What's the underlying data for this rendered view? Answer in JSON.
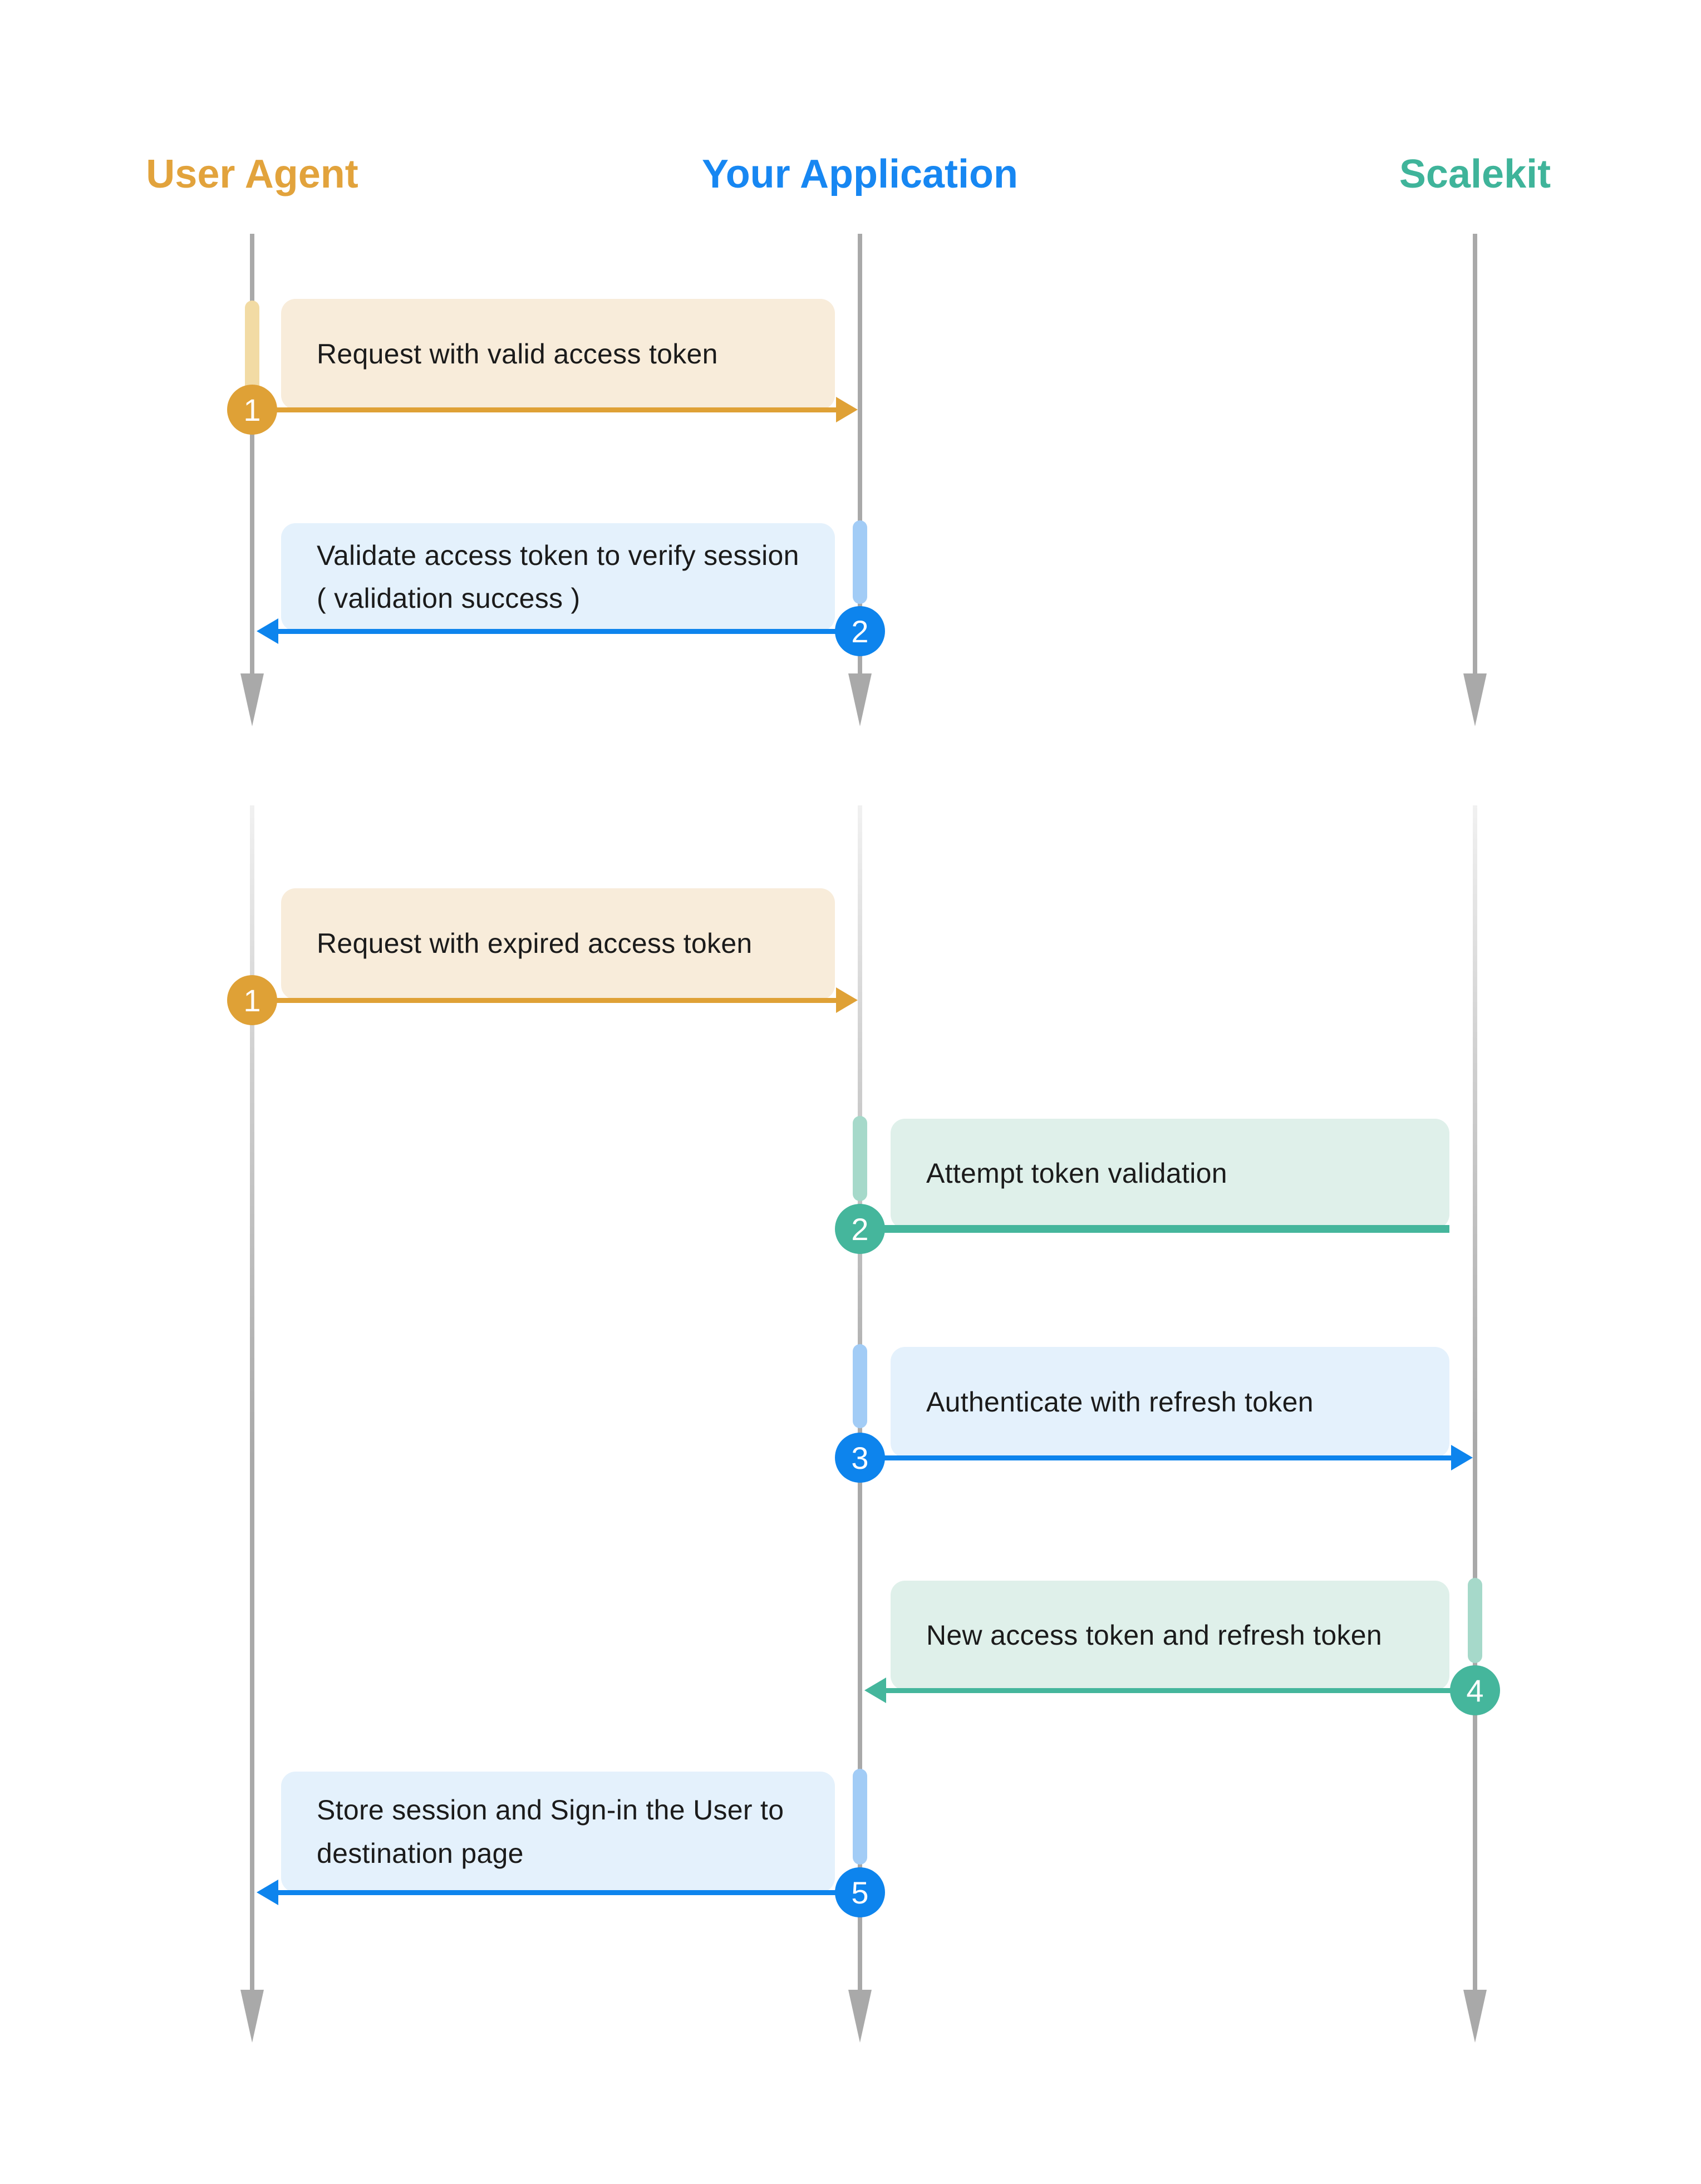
{
  "actors": [
    {
      "id": "user-agent",
      "label": "User Agent",
      "color": "#E2A33C"
    },
    {
      "id": "your-application",
      "label": "Your Application",
      "color": "#1787F2"
    },
    {
      "id": "scalekit",
      "label": "Scalekit",
      "color": "#3FB49A"
    }
  ],
  "sections": [
    {
      "messages": [
        {
          "num": "1",
          "text": "Request with valid access token",
          "from": "User Agent",
          "to": "Your Application",
          "theme": "orange",
          "direction": "right"
        },
        {
          "num": "2",
          "text": "Validate access token to verify session\n( validation success )",
          "from": "Your Application",
          "to": "User Agent",
          "theme": "blue",
          "direction": "left"
        }
      ]
    },
    {
      "messages": [
        {
          "num": "1",
          "text": "Request with expired access token",
          "from": "User Agent",
          "to": "Your Application",
          "theme": "orange",
          "direction": "right"
        },
        {
          "num": "2",
          "text": "Attempt token validation",
          "from": "Your Application",
          "to": "Your Application",
          "theme": "teal",
          "direction": "self"
        },
        {
          "num": "3",
          "text": "Authenticate with refresh token",
          "from": "Your Application",
          "to": "Scalekit",
          "theme": "blue",
          "direction": "right"
        },
        {
          "num": "4",
          "text": "New access token and refresh token",
          "from": "Scalekit",
          "to": "Your Application",
          "theme": "teal",
          "direction": "left"
        },
        {
          "num": "5",
          "text": "Store session and Sign-in the User to\ndestination page",
          "from": "Your Application",
          "to": "User Agent",
          "theme": "blue",
          "direction": "left"
        }
      ]
    }
  ],
  "colors": {
    "orange": "#DFA136",
    "orange-bg": "#F8ECDA",
    "orange-pill": "#F2DBA4",
    "orange-header": "#E2A33C",
    "blue": "#0D84ED",
    "blue-bg": "#E4F1FC",
    "blue-pill": "#A2CCF6",
    "blue-header": "#1787F2",
    "teal": "#45B69C",
    "teal-bg": "#DFF0EA",
    "teal-pill": "#A6D9CA",
    "teal-header": "#3FB49A",
    "gray": "#A9A9A9",
    "text": "#1B1B1B"
  }
}
